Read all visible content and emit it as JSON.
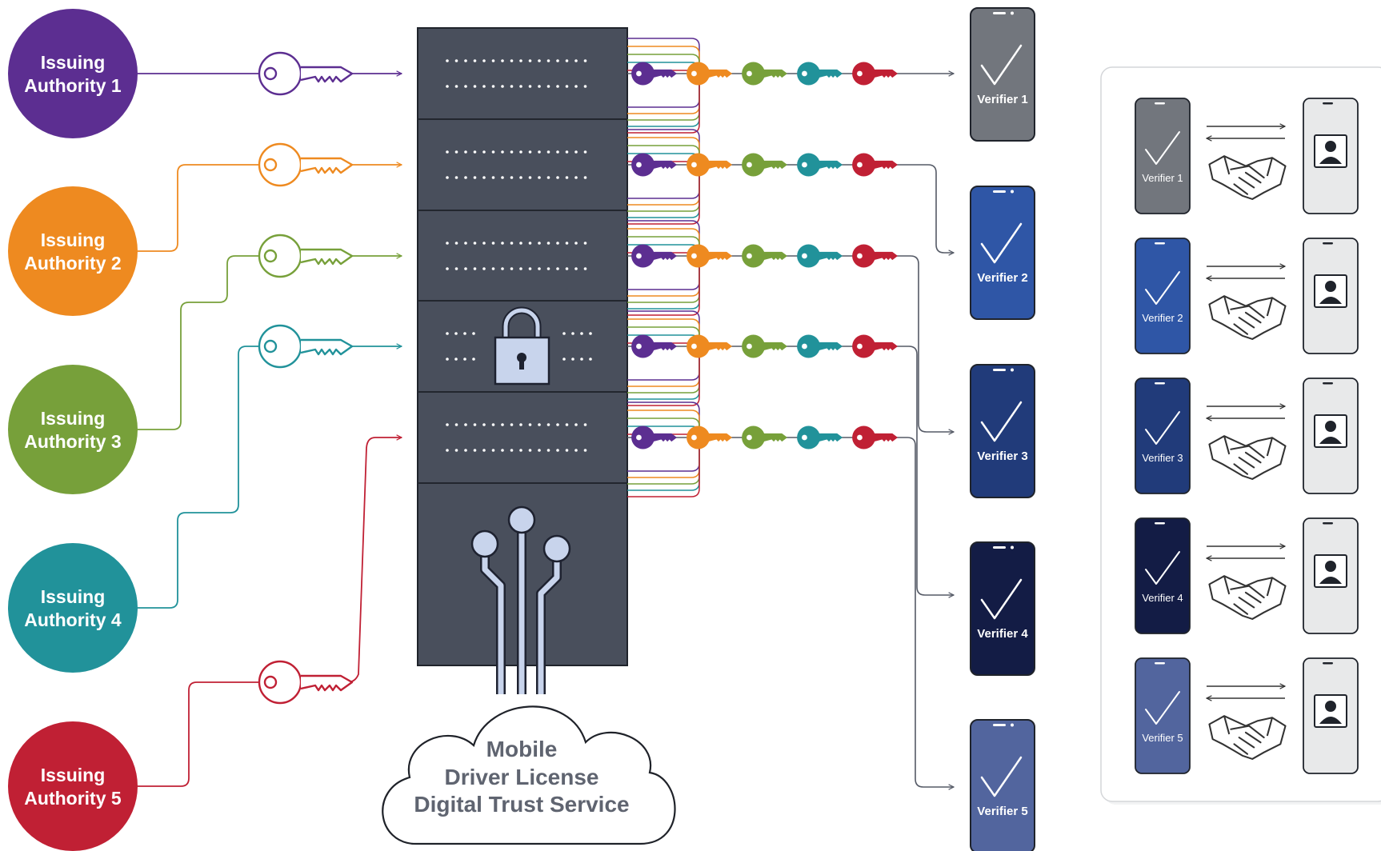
{
  "authorities": [
    {
      "line1": "Issuing",
      "line2": "Authority 1",
      "color": "#5c2e91"
    },
    {
      "line1": "Issuing",
      "line2": "Authority 2",
      "color": "#ee8a20"
    },
    {
      "line1": "Issuing",
      "line2": "Authority 3",
      "color": "#77a03a"
    },
    {
      "line1": "Issuing",
      "line2": "Authority 4",
      "color": "#21929a"
    },
    {
      "line1": "Issuing",
      "line2": "Authority 5",
      "color": "#c02034"
    }
  ],
  "verifiers": [
    {
      "label": "Verifier 1",
      "color": "#72767d"
    },
    {
      "label": "Verifier 2",
      "color": "#2f56a6"
    },
    {
      "label": "Verifier 3",
      "color": "#213b7a"
    },
    {
      "label": "Verifier 4",
      "color": "#131c45"
    },
    {
      "label": "Verifier 5",
      "color": "#52659e"
    }
  ],
  "cloud": {
    "line1": "Mobile",
    "line2": "Driver License",
    "line3": "Digital Trust Service"
  },
  "colors": {
    "server": "#494f5c",
    "server_dots": "#ffffff",
    "lock_body": "#c8d4ec",
    "circuit": "#c8d4ec",
    "connector": "#555a66",
    "panel_device": "#e8e9ea"
  },
  "icons": [
    "key-icon",
    "padlock-icon",
    "checkmark-icon",
    "handshake-icon",
    "user-icon",
    "arrow-icon",
    "cloud-icon",
    "smartphone-icon"
  ]
}
